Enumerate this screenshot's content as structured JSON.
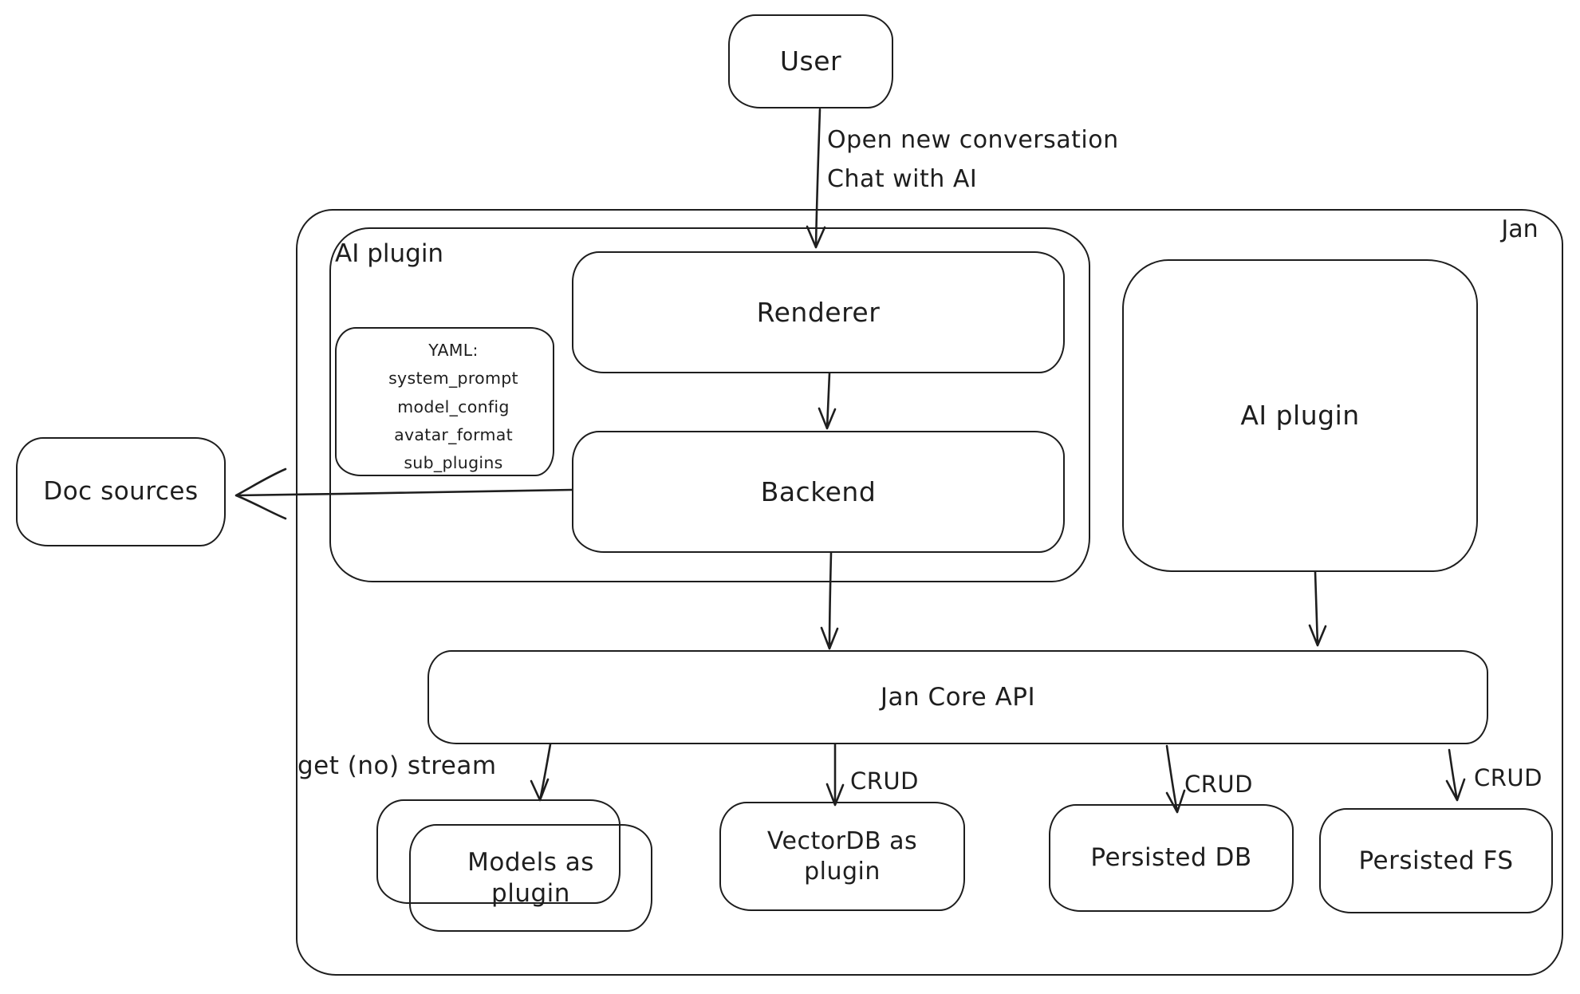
{
  "colors": {
    "stroke": "#1e1e1e",
    "background": "#ffffff"
  },
  "nodes": {
    "user": {
      "label": "User"
    },
    "jan_container": {
      "label": "Jan"
    },
    "ai_plugin_container": {
      "label": "AI plugin"
    },
    "renderer": {
      "label": "Renderer"
    },
    "yaml_note": {
      "line1": "YAML:",
      "line2": "system_prompt",
      "line3": "model_config",
      "line4": "avatar_format",
      "line5": "sub_plugins"
    },
    "backend": {
      "label": "Backend"
    },
    "doc_sources": {
      "label": "Doc sources"
    },
    "ai_plugin_box": {
      "label": "AI plugin"
    },
    "jan_core_api": {
      "label": "Jan Core API"
    },
    "models_plugin": {
      "label": "Models as plugin"
    },
    "vectordb_plugin": {
      "label": "VectorDB as plugin"
    },
    "persisted_db": {
      "label": "Persisted DB"
    },
    "persisted_fs": {
      "label": "Persisted FS"
    }
  },
  "edges": {
    "user_to_renderer": {
      "label_line1": "Open new conversation",
      "label_line2": "Chat with AI"
    },
    "jan_core_to_models": {
      "label": "get (no) stream"
    },
    "jan_core_to_vectordb": {
      "label": "CRUD"
    },
    "jan_core_to_persisted_db": {
      "label": "CRUD"
    },
    "jan_core_to_persisted_fs": {
      "label": "CRUD"
    }
  }
}
